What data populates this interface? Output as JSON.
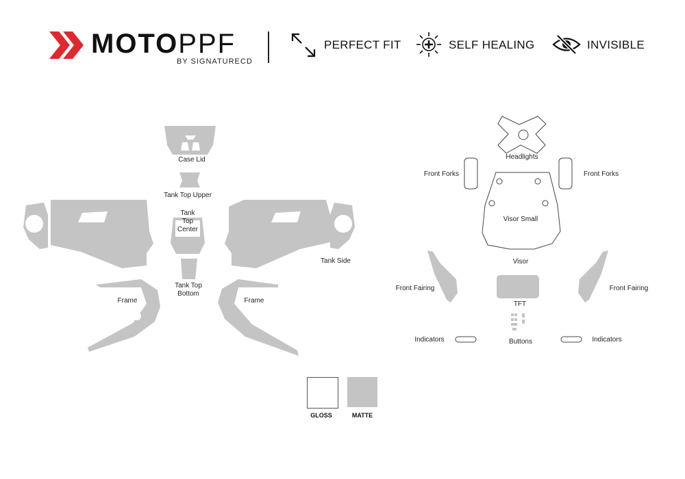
{
  "header": {
    "brand_bold": "MOTO",
    "brand_light": "PPF",
    "brand_sub": "BY SIGNATURECD",
    "brand_accent": "#e0282e",
    "features": [
      {
        "icon": "expand-arrows-icon",
        "label": "PERFECT FIT"
      },
      {
        "icon": "self-healing-icon",
        "label": "SELF HEALING"
      },
      {
        "icon": "invisible-eye-icon",
        "label": "INVISIBLE"
      }
    ]
  },
  "parts": {
    "case_lid": "Case Lid",
    "tank_top_upper": "Tank Top Upper",
    "tank_top_center": [
      "Tank",
      "Top",
      "Center"
    ],
    "tank_top_bottom": [
      "Tank Top",
      "Bottom"
    ],
    "tank_side": "Tank Side",
    "frame_left": "Frame",
    "frame_right": "Frame",
    "headlights": "Headlights",
    "front_forks_left": "Front Forks",
    "front_forks_right": "Front Forks",
    "visor_small": "Visor Small",
    "visor": "Visor",
    "front_fairing_left": "Front Fairing",
    "front_fairing_right": "Front Fairing",
    "tft": "TFT",
    "indicators_left": "Indicators",
    "indicators_right": "Indicators",
    "buttons": "Buttons"
  },
  "legend": {
    "gloss": "GLOSS",
    "matte": "MATTE",
    "gloss_color": "#ffffff",
    "matte_color": "#c4c4c4"
  }
}
